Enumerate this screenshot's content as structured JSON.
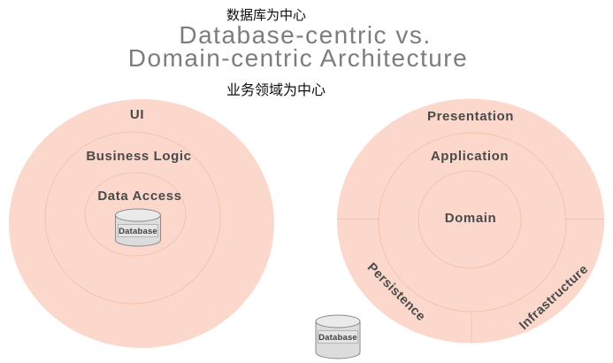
{
  "header": {
    "annotation_top": "数据库为中心",
    "title_line1": "Database-centric vs.",
    "title_line2": "Domain-centric Architecture",
    "annotation_bottom": "业务领域为中心"
  },
  "left_diagram": {
    "name": "Database-centric",
    "ring_labels": {
      "outer": "UI",
      "middle": "Business Logic",
      "inner": "Data Access"
    },
    "database_label": "Database"
  },
  "right_diagram": {
    "name": "Domain-centric",
    "ring_labels": {
      "outer": "Presentation",
      "middle": "Application",
      "inner": "Domain"
    },
    "outer_ring_sections": {
      "bottom_left": "Persistence",
      "bottom_right": "Infrastructure"
    },
    "database_label": "Database"
  },
  "colors": {
    "circle_fill": "#fbd8cb",
    "ring_stroke": "#f5c3ac",
    "label_text": "#4a4a4a",
    "title_text": "#7d7d7d",
    "annotation_text": "#0f0f0f",
    "cylinder_body": "#dcdcdc",
    "cylinder_top": "#eaeaea",
    "cylinder_label_box": "#e4e4e4",
    "cylinder_stroke": "#8a8a8a"
  }
}
